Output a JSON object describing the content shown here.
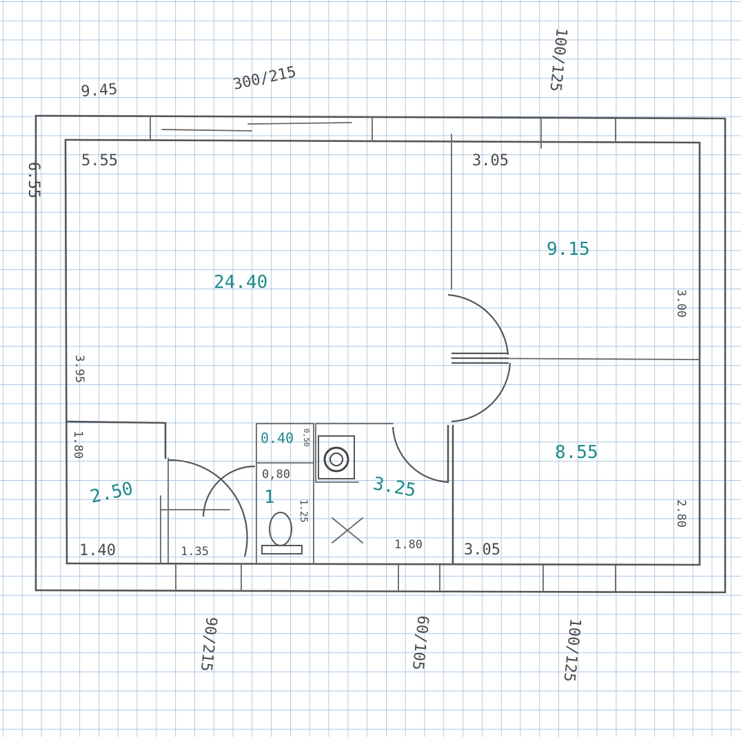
{
  "labels": {
    "top_left_width": "9.45",
    "top_window": "300/215",
    "top_right_window": "100/125",
    "left_height": "6.55",
    "living_width": "5.55",
    "living_area": "24.40",
    "living_side": "3.95",
    "room_top_width": "3.05",
    "room_top_area": "9.15",
    "room_top_side": "3.00",
    "room_bottom_area": "8.55",
    "room_bottom_width": "3.05",
    "room_bottom_side": "2.80",
    "closet_side": "1.80",
    "closet_area": "2.50",
    "closet_width": "1.40",
    "hall_width": "1.35",
    "wc_small_area": "0.40",
    "wc_small_dim": "0,80",
    "wc_area": "1",
    "wc_dim": "0,50",
    "wc_side": "1.25",
    "bath_area": "3.25",
    "bath_width": "1.80",
    "bottom_left_window": "90/215",
    "bottom_right_window_1": "60/105",
    "bottom_right_window_2": "100/125"
  }
}
